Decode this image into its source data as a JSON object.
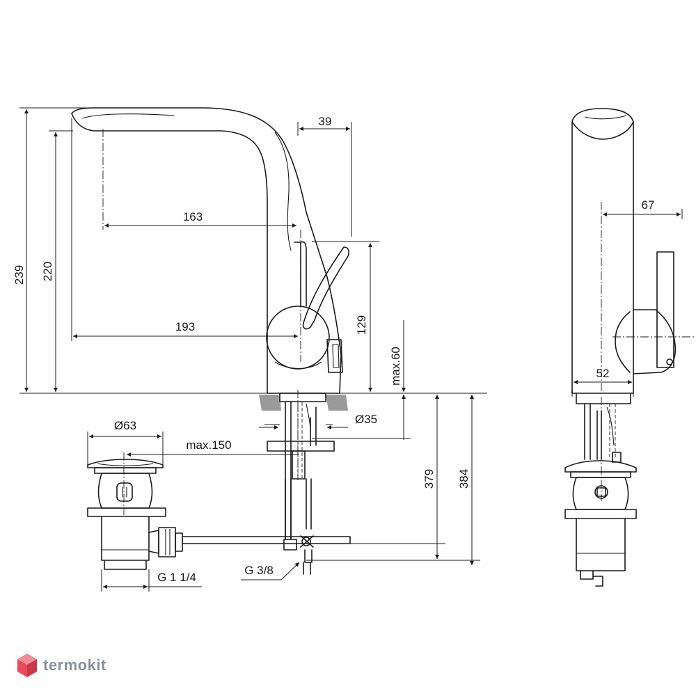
{
  "dimensions": {
    "height_total": "239",
    "height_spout": "220",
    "spout_thickness": "39",
    "reach_163": "163",
    "reach_193": "193",
    "lever_height": "129",
    "max_60": "max.60",
    "diameter_35": "Ø35",
    "diameter_63": "Ø63",
    "max_150": "max.150",
    "depth_379": "379",
    "depth_384": "384",
    "thread_g38": "G 3/8",
    "thread_g114": "G 1 1/4",
    "side_67": "67",
    "side_52": "52"
  },
  "brand": {
    "name": "termokit",
    "color": "#8a8f99",
    "accent": "#e94b5a",
    "icon": "cube-logo-icon"
  }
}
